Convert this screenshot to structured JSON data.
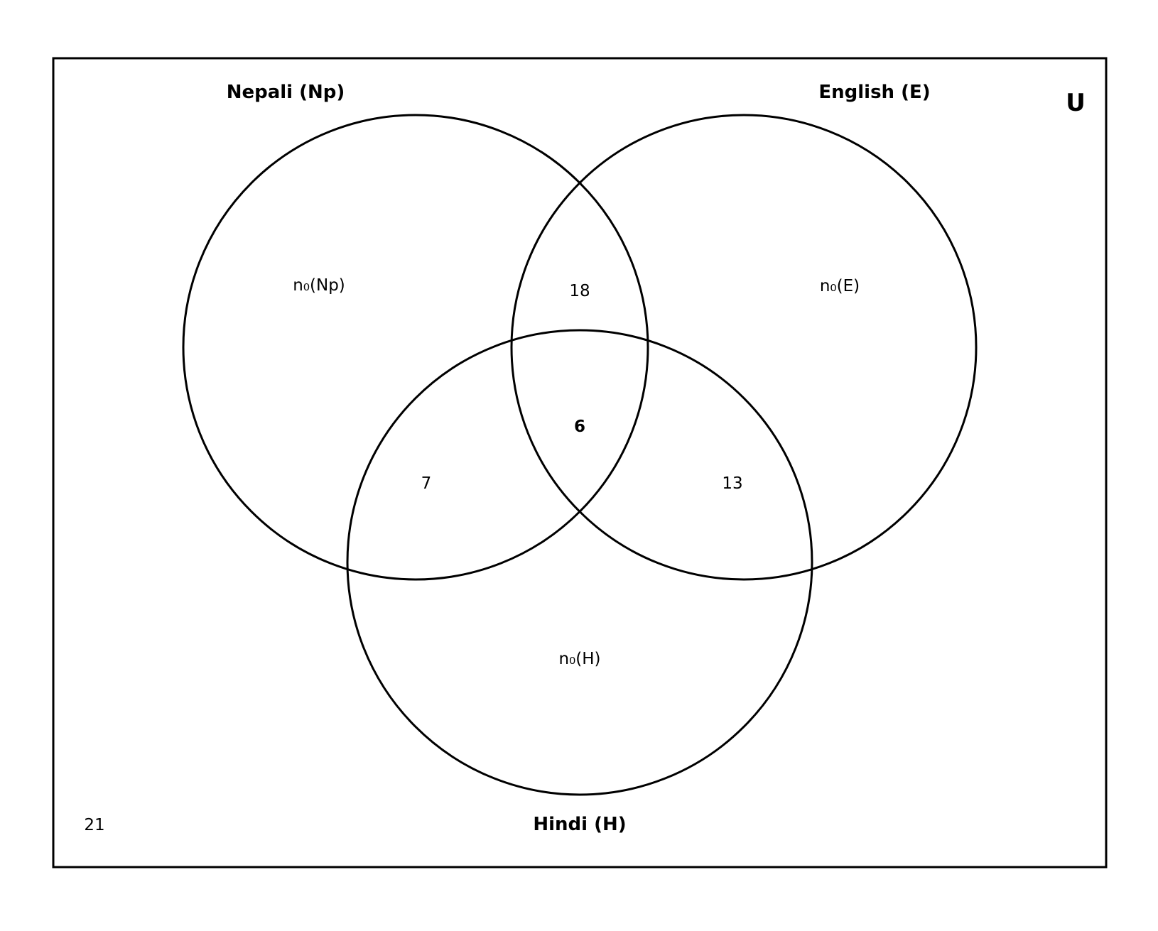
{
  "universe": {
    "label": "U",
    "outside": "21"
  },
  "sets": {
    "nepali": {
      "label": "Nepali (Np)"
    },
    "english": {
      "label": "English (E)"
    },
    "hindi": {
      "label": "Hindi (H)"
    }
  },
  "regions": {
    "only_nepali": "n₀(Np)",
    "only_english": "n₀(E)",
    "only_hindi": "n₀(H)",
    "nepali_english": "18",
    "nepali_hindi": "7",
    "english_hindi": "13",
    "all_three": "6"
  },
  "colors": {
    "stroke": "#000000",
    "background": "#ffffff"
  }
}
